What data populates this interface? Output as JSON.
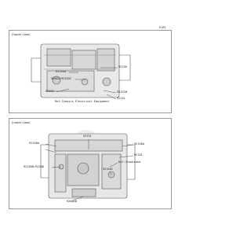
{
  "page_code": "E161",
  "upper_case": {
    "title": "(Upper Case)",
    "labels": {
      "a": "92151A",
      "b": "92150",
      "c": "92002/92203C",
      "d": "92022",
      "e": "Ref.Chassis Electrical Equipment",
      "f": "92151B",
      "g": "92151"
    }
  },
  "lower_case": {
    "title": "(Lower Case)",
    "labels": {
      "a": "92151",
      "b": "92150A",
      "c": "92150A",
      "d": "92151",
      "e": "Ref.Crankcase",
      "f": "92150B/92200",
      "g": "92150C",
      "h": "92002B"
    }
  },
  "watermark": "partsrepublik"
}
